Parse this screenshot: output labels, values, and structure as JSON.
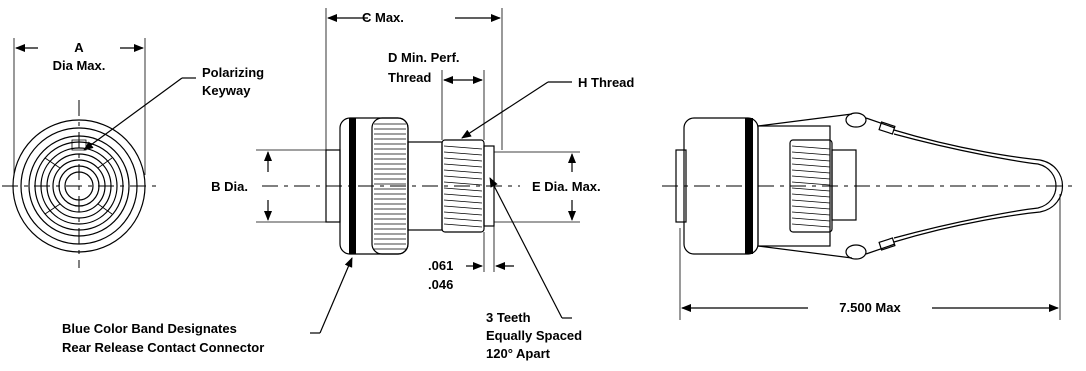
{
  "labels": {
    "a_dia_line1": "A",
    "a_dia_line2": "Dia Max.",
    "keyway_line1": "Polarizing",
    "keyway_line2": "Keyway",
    "c_max": "C Max.",
    "d_min_line1": "D Min. Perf.",
    "d_min_line2": "Thread",
    "h_thread": "H Thread",
    "b_dia": "B Dia.",
    "e_dia": "E Dia. Max.",
    "dim_upper": ".061",
    "dim_lower": ".046",
    "band_line1": "Blue Color Band Designates",
    "band_line2": "Rear Release Contact Connector",
    "teeth_line1": "3 Teeth",
    "teeth_line2": "Equally Spaced",
    "teeth_line3": "120° Apart",
    "length_max": "7.500 Max"
  }
}
